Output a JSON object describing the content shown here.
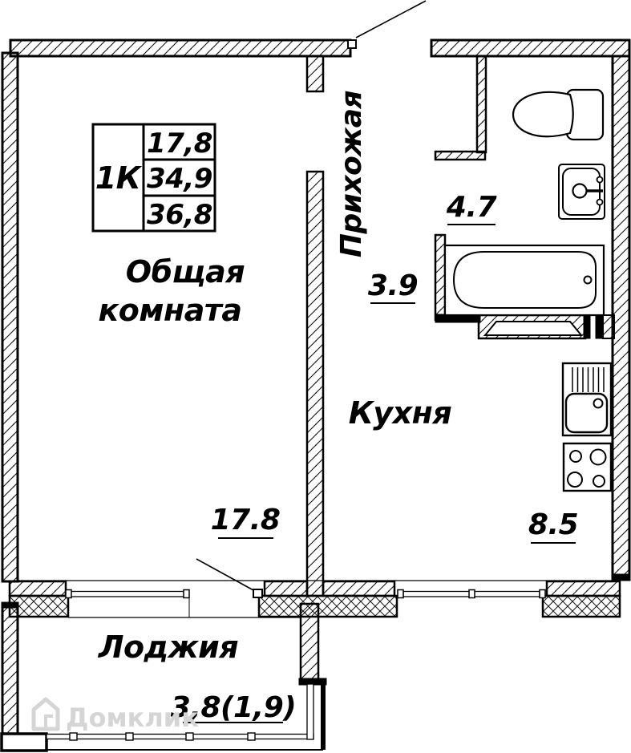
{
  "info_table": {
    "unit_type": "1К",
    "values": [
      "17,8",
      "34,9",
      "36,8"
    ]
  },
  "rooms": {
    "living": {
      "name_line1": "Общая",
      "name_line2": "комната",
      "area": "17.8"
    },
    "hallway": {
      "name": "Прихожая",
      "area": "3.9"
    },
    "bathroom": {
      "area": "4.7"
    },
    "kitchen": {
      "name": "Кухня",
      "area": "8.5"
    },
    "loggia": {
      "name": "Лоджия",
      "area": "3,8(1,9)"
    }
  },
  "fixtures": [
    "toilet",
    "wash-basin",
    "bathtub",
    "kitchen-sink",
    "stove-4-burners"
  ],
  "watermark": {
    "text": "Домклик",
    "color": "#d5d5d5"
  },
  "colors": {
    "ink": "#000000",
    "background": "#ffffff"
  }
}
